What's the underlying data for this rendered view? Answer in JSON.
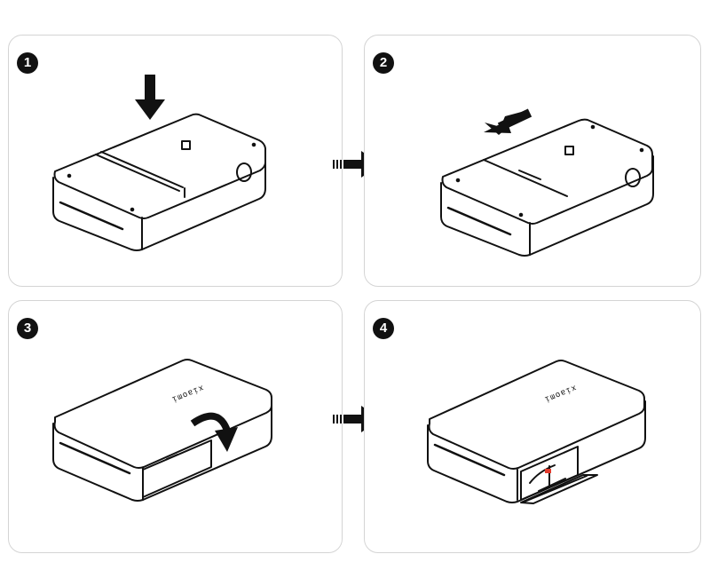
{
  "steps": [
    {
      "number": "1"
    },
    {
      "number": "2"
    },
    {
      "number": "3"
    },
    {
      "number": "4"
    }
  ],
  "brand_mark": "xiaomi",
  "colors": {
    "outline": "#111111",
    "panel_border": "#d4d4d4",
    "latch_accent": "#e33a2c"
  },
  "icons": [
    "down-arrow-icon",
    "left-arrow-icon",
    "curved-arrow-icon",
    "flow-arrow-icon"
  ]
}
